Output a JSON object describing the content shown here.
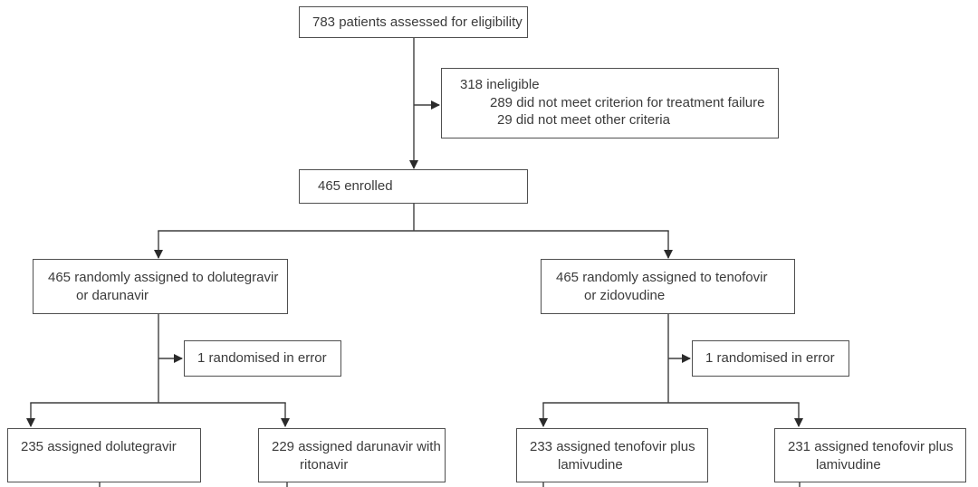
{
  "colors": {
    "background": "#ffffff",
    "box_border": "#4f4f4f",
    "text": "#3b3b3b",
    "connector": "#3f3f3f",
    "arrowhead": "#2b2b2b"
  },
  "boxes": {
    "eligibility": {
      "lines": [
        "783 patients assessed for eligibility"
      ]
    },
    "ineligible": {
      "lines": [
        "318 ineligible",
        "289 did not meet criterion for treatment failure",
        "29 did not meet other criteria"
      ]
    },
    "enrolled": {
      "lines": [
        "465 enrolled"
      ]
    },
    "randomised_left": {
      "lines": [
        "465 randomly assigned to dolutegravir",
        "or darunavir"
      ]
    },
    "randomised_right": {
      "lines": [
        "465 randomly assigned to tenofovir",
        "or zidovudine"
      ]
    },
    "error_left": {
      "lines": [
        "1 randomised in error"
      ]
    },
    "error_right": {
      "lines": [
        "1 randomised in error"
      ]
    },
    "assigned_dolutegravir": {
      "lines": [
        "235 assigned dolutegravir"
      ]
    },
    "assigned_darunavir": {
      "lines": [
        "229 assigned darunavir with",
        "ritonavir"
      ]
    },
    "assigned_tenofovir_1": {
      "lines": [
        "233 assigned tenofovir plus",
        "lamivudine"
      ]
    },
    "assigned_tenofovir_2": {
      "lines": [
        "231 assigned tenofovir plus",
        "lamivudine"
      ]
    }
  }
}
